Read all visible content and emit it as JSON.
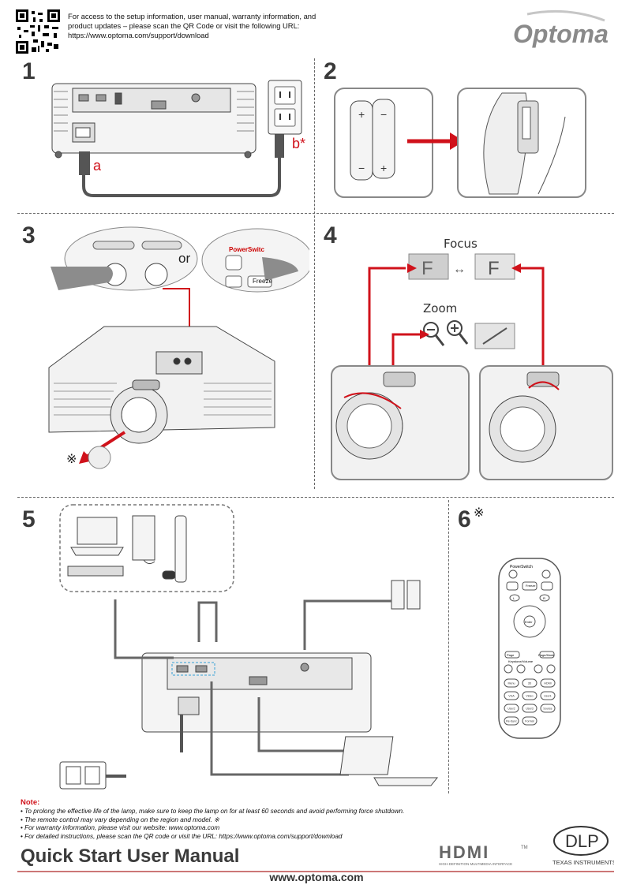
{
  "header": {
    "qr_label": "QR code",
    "intro_text": "For access to the setup information, user manual, warranty information, and product updates – please scan the QR Code or visit the following URL:",
    "intro_url": "https://www.optoma.com/support/download",
    "brand": "Optoma"
  },
  "steps": {
    "s1": {
      "number": "1",
      "label_a": "a",
      "label_b": "b*"
    },
    "s2": {
      "number": "2"
    },
    "s3": {
      "number": "3",
      "or": "or",
      "power_switch": "PowerSwitc",
      "freeze": "Freeze",
      "asterisk": "※"
    },
    "s4": {
      "number": "4",
      "focus": "Focus",
      "zoom": "Zoom",
      "letter": "F"
    },
    "s5": {
      "number": "5"
    },
    "s6": {
      "number": "6",
      "asterisk": "※"
    }
  },
  "remote": {
    "power_switch": "PowerSwitch",
    "freeze": "Freeze",
    "left": "L",
    "right": "R",
    "enter": "Enter",
    "page": "Page",
    "page_mode": "Page/Mode",
    "keystone_volume": "Keystone/Volume",
    "buttons": [
      "Menu",
      "3D",
      "HDMI",
      "VGA",
      "Video",
      "User1",
      "User2",
      "User3",
      "Source",
      "Re-Sync",
      "Format"
    ]
  },
  "notes": {
    "title": "Note:",
    "items": [
      "To prolong the effective life of the lamp, make sure to keep the lamp on for at least 60 seconds and avoid performing force shutdown.",
      "The remote control may vary depending on the region and model. ※",
      "For warranty information, please visit our website: www.optoma.com",
      "For detailed instructions, please scan the QR code or visit the URL: https://www.optoma.com/support/download"
    ]
  },
  "footer": {
    "title": "Quick Start User Manual",
    "url": "www.optoma.com",
    "hdmi_logo": "HDMI",
    "hdmi_tagline": "HIGH-DEFINITION MULTIMEDIA INTERFACE",
    "hdmi_tm": "TM",
    "dlp_logo": "DLP",
    "dlp_tagline": "TEXAS INSTRUMENTS"
  },
  "colors": {
    "accent_red": "#d0121b",
    "text_dark": "#3a3a3a"
  }
}
